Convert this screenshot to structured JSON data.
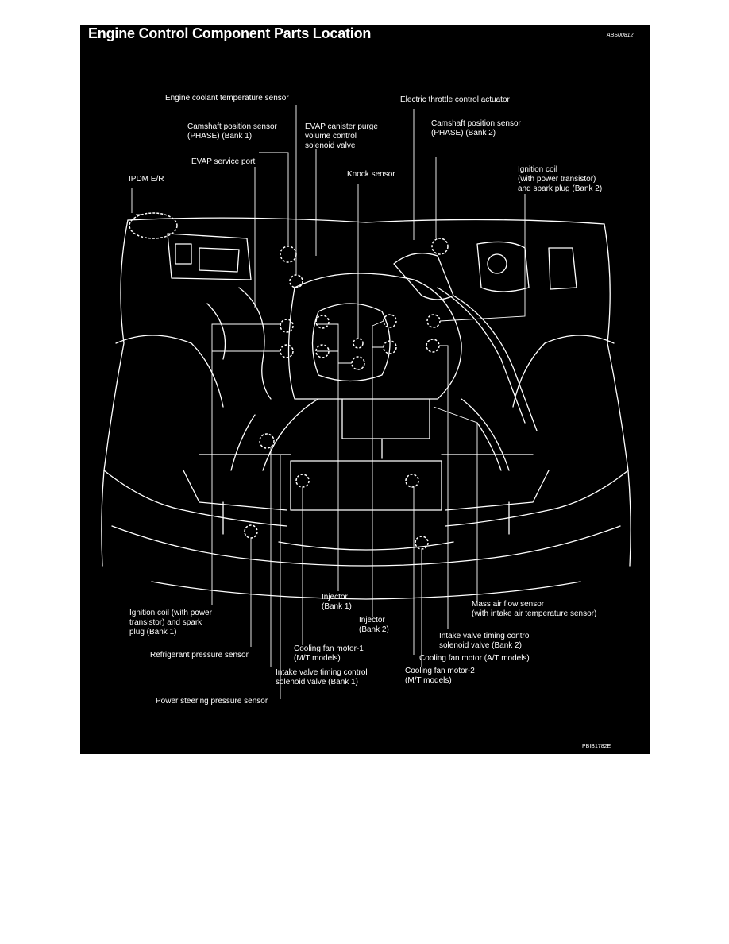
{
  "title": "Engine Control Component Parts Location",
  "codes": {
    "top": "ABS00812",
    "bottom": "PBIB1782E"
  },
  "labels": {
    "ect": "Engine coolant temperature sensor",
    "etc": "Electric throttle control actuator",
    "cmp1": [
      "Camshaft position sensor",
      "(PHASE) (Bank 1)"
    ],
    "evap_purge": [
      "EVAP canister purge",
      "volume control",
      "solenoid valve"
    ],
    "cmp2": [
      "Camshaft position sensor",
      "(PHASE) (Bank 2)"
    ],
    "evap_port": "EVAP service port",
    "knock": "Knock sensor",
    "ipdm": "IPDM E/R",
    "ign2": [
      "Ignition coil",
      "(with power transistor)",
      "and spark plug (Bank 2)"
    ],
    "inj1": [
      "Injector",
      "(Bank 1)"
    ],
    "inj2": [
      "Injector",
      "(Bank 2)"
    ],
    "maf": [
      "Mass air flow sensor",
      "(with intake air temperature sensor)"
    ],
    "ign1": [
      "Ignition coil (with power",
      "transistor) and spark",
      "plug (Bank 1)"
    ],
    "ivt2": [
      "Intake valve timing control",
      "solenoid valve (Bank 2)"
    ],
    "fan1": [
      "Cooling fan motor-1",
      "(M/T models)"
    ],
    "refr": "Refrigerant pressure sensor",
    "fan_at": "Cooling fan motor (A/T models)",
    "ivt1": [
      "Intake valve timing control",
      "solenoid valve (Bank 1)"
    ],
    "fan2": [
      "Cooling fan motor-2",
      "(M/T models)"
    ],
    "ps": "Power steering pressure sensor"
  }
}
